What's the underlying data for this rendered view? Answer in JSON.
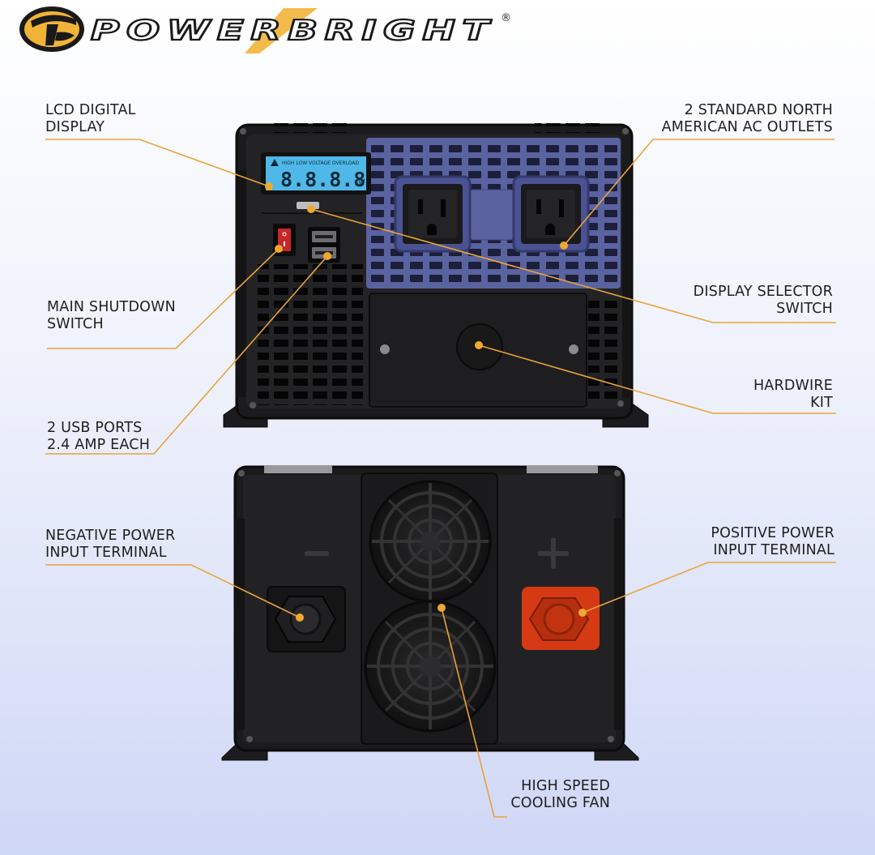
{
  "brand": {
    "logo_text": "POWERBRIGHT",
    "registered": "®",
    "accent_color": "#f0a830"
  },
  "lcd": {
    "header": "HIGH LOW VOLTAGE OVERLOAD",
    "digits": "8.8.8.8",
    "unit": "W"
  },
  "labels": {
    "lcd_display": [
      "LCD DIGITAL",
      "DISPLAY"
    ],
    "ac_outlets": [
      "2 STANDARD NORTH",
      "AMERICAN AC OUTLETS"
    ],
    "main_switch": [
      "MAIN SHUTDOWN",
      "SWITCH"
    ],
    "display_selector": [
      "DISPLAY SELECTOR",
      "SWITCH"
    ],
    "hardwire_kit": [
      "HARDWIRE",
      "KIT"
    ],
    "usb_ports": [
      "2 USB PORTS",
      "2.4 AMP EACH"
    ],
    "negative_terminal": [
      "NEGATIVE POWER",
      "INPUT TERMINAL"
    ],
    "positive_terminal": [
      "POSITIVE POWER",
      "INPUT TERMINAL"
    ],
    "cooling_fan": [
      "HIGH SPEED",
      "COOLING FAN"
    ]
  },
  "colors": {
    "housing": "#1b1b1d",
    "outlet_panel": "#5a62a0",
    "lcd_screen": "#4fb8e8",
    "switch_red": "#c8262a",
    "positive_terminal": "#d63a14",
    "leader_line": "#e8a33a"
  },
  "icons": [
    "logo-emblem-icon",
    "minus-icon",
    "plus-icon",
    "fan-icon",
    "ac-outlet-icon",
    "usb-port-icon"
  ]
}
